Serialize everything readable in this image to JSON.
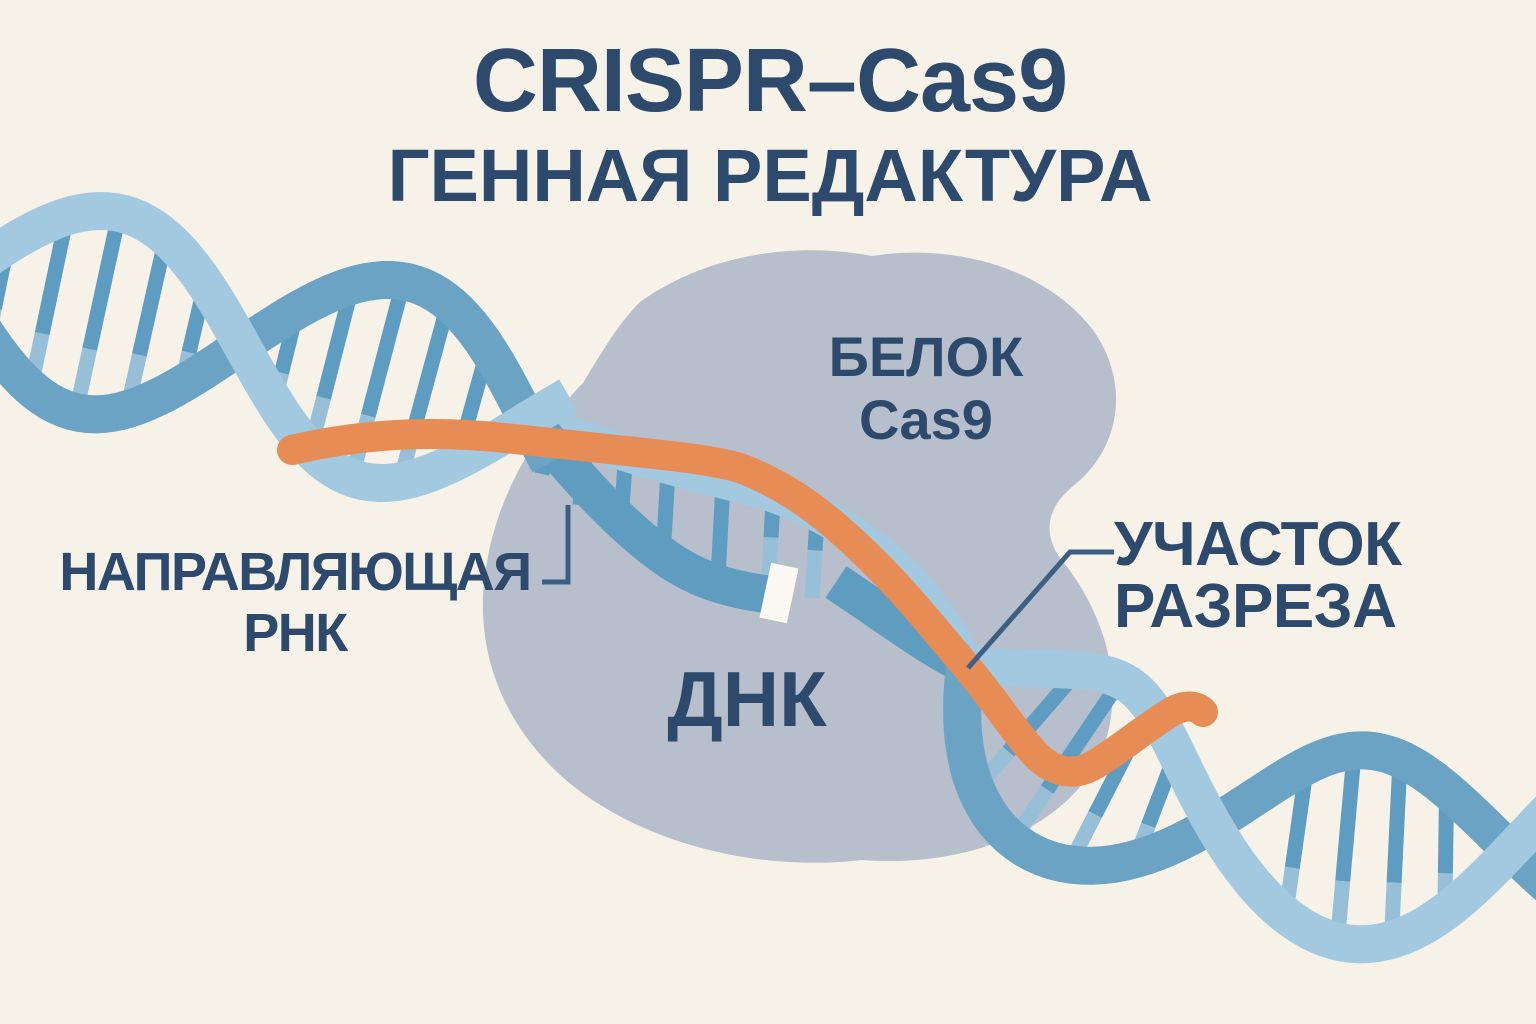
{
  "title": {
    "line1": "CRISPR–Cas9",
    "line2": "ГЕННАЯ РЕДАКТУРА"
  },
  "labels": {
    "protein": {
      "line1": "БЕЛОК",
      "line2": "Cas9"
    },
    "dna": "ДНК",
    "guide_rna": {
      "line1": "НАПРАВЛЯЮЩАЯ",
      "line2": "РНК"
    },
    "cut_site": {
      "line1": "УЧАСТОК",
      "line2": "РАЗРЕЗА"
    }
  },
  "colors": {
    "background": "#f6f2e8",
    "protein_blob": "#b7becc",
    "dna_strand_light": "#a3c9e1",
    "dna_strand_dark": "#6ba3c5",
    "dna_strand_teal": "#5e9dc0",
    "dna_rung": "#5f9cc1",
    "dna_rung_light": "#97bfd8",
    "guide_rna_orange": "#e68c54",
    "cut_notch": "#fcf9f2",
    "text_navy": "#2d4a6d",
    "connector": "#3d5f84"
  }
}
